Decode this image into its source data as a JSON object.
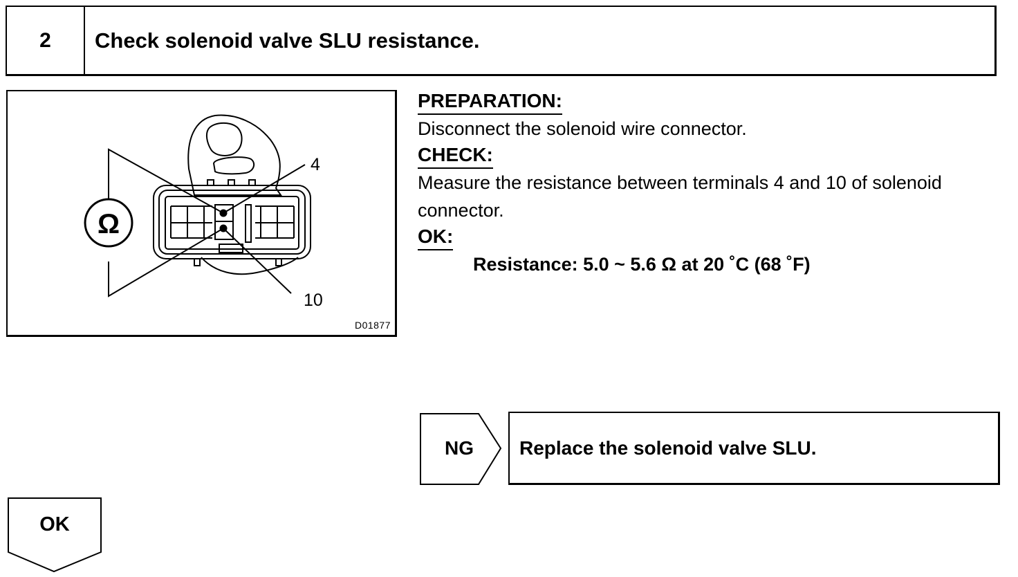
{
  "step": {
    "number": "2",
    "title": "Check solenoid valve SLU resistance."
  },
  "figure": {
    "ohm_symbol": "Ω",
    "label_top": "4",
    "label_bottom": "10",
    "code": "D01877"
  },
  "preparation": {
    "heading": "PREPARATION:",
    "text": "Disconnect the solenoid wire connector."
  },
  "check": {
    "heading": "CHECK:",
    "text_line1": "Measure the resistance between terminals 4 and 10 of solenoid",
    "text_line2": "connector."
  },
  "ok_section": {
    "heading": "OK:",
    "spec": "Resistance: 5.0 ~ 5.6 Ω at 20 ˚C (68 ˚F)"
  },
  "ng_branch": {
    "label": "NG",
    "action": "Replace the solenoid valve SLU."
  },
  "ok_branch": {
    "label": "OK"
  }
}
